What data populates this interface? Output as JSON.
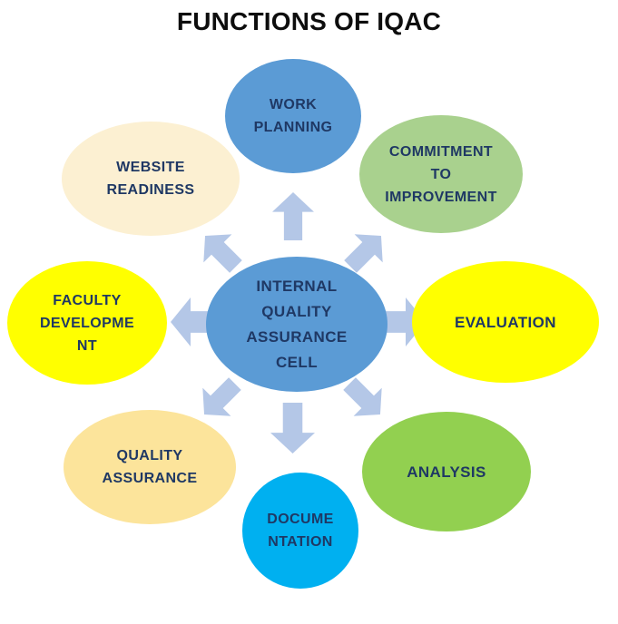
{
  "title": "FUNCTIONS OF IQAC",
  "arrow_color": "#b4c7e7",
  "text_color": "#1f3864",
  "center_node": {
    "id": "internal-quality-assurance-cell",
    "lines": [
      "INTERNAL",
      "QUALITY",
      "ASSURANCE",
      "CELL"
    ],
    "color": "#5b9bd5"
  },
  "nodes": [
    {
      "id": "work-planning",
      "lines": [
        "WORK",
        "PLANNING"
      ],
      "color": "#5b9bd5"
    },
    {
      "id": "commitment-to-improvement",
      "lines": [
        "COMMITMENT",
        "TO",
        "IMPROVEMENT"
      ],
      "color": "#a9d18e"
    },
    {
      "id": "evaluation",
      "lines": [
        "EVALUATION"
      ],
      "color": "#ffff00"
    },
    {
      "id": "analysis",
      "lines": [
        "ANALYSIS"
      ],
      "color": "#92d050"
    },
    {
      "id": "documentation",
      "lines": [
        "DOCUME",
        "NTATION"
      ],
      "color": "#00b0f0"
    },
    {
      "id": "quality-assurance",
      "lines": [
        "QUALITY",
        "ASSURANCE"
      ],
      "color": "#fce49b"
    },
    {
      "id": "faculty-development",
      "lines": [
        "FACULTY",
        "DEVELOPME",
        "NT"
      ],
      "color": "#ffff00"
    },
    {
      "id": "website-readiness",
      "lines": [
        "WEBSITE",
        "READINESS"
      ],
      "color": "#fcf0d2"
    }
  ]
}
